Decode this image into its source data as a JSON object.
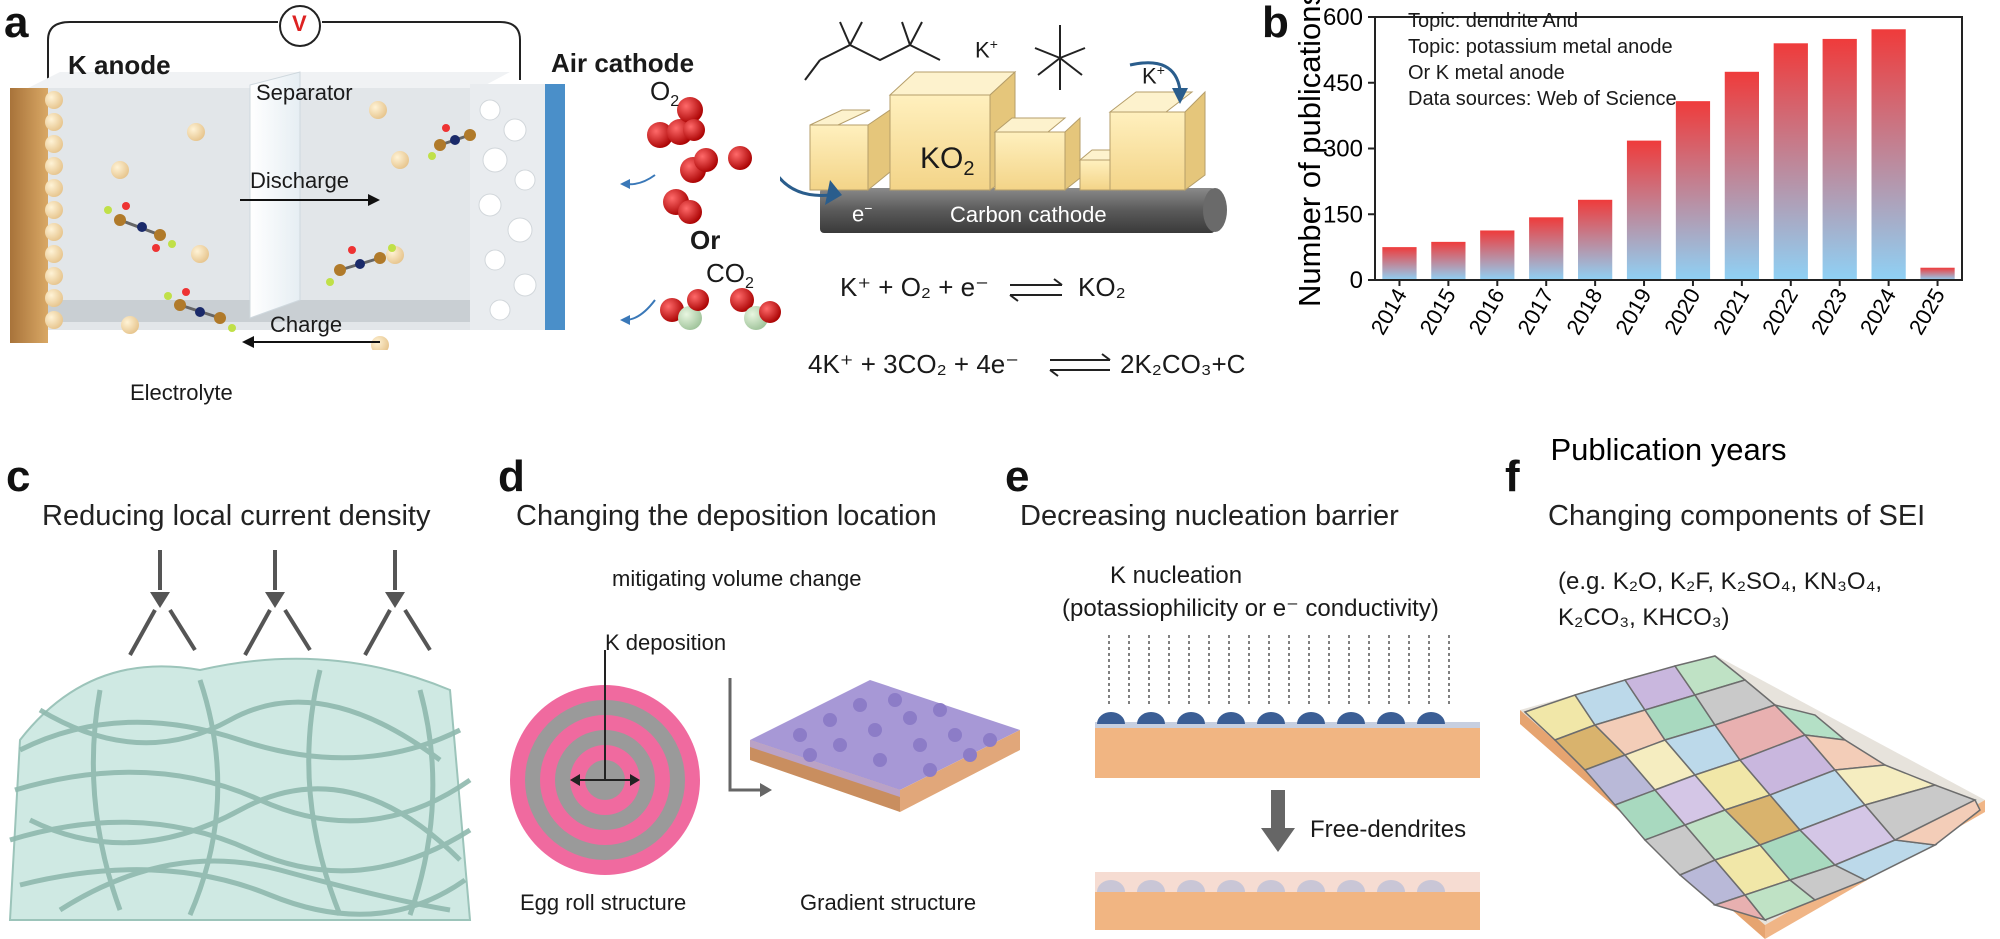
{
  "panel_a": {
    "letter": "a",
    "anode_label": "K anode",
    "cathode_label": "Air cathode",
    "voltmeter": "V",
    "separator": "Separator",
    "discharge": "Discharge",
    "charge": "Charge",
    "electrolyte": "Electrolyte",
    "o2": "O",
    "o2_sub": "2",
    "or": "Or",
    "co2": "CO",
    "co2_sub": "2",
    "k_plus_1": "K",
    "k_plus_2": "K",
    "ko2_box": "KO",
    "ko2_box_sub": "2",
    "electron": "e",
    "carbon_cathode": "Carbon cathode",
    "eq1_left": "K⁺ + O₂ + e⁻",
    "eq1_right": "KO₂",
    "eq2_left": "4K⁺ + 3CO₂ + 4e⁻",
    "eq2_right": "2K₂CO₃+C"
  },
  "panel_b": {
    "letter": "b",
    "legend_lines": [
      "Topic: dendrite And",
      "Topic: potassium metal anode",
      "Or K metal anode",
      "Data sources: Web of Science"
    ]
  },
  "chart_data": {
    "type": "bar",
    "categories": [
      "2014",
      "2015",
      "2016",
      "2017",
      "2018",
      "2019",
      "2020",
      "2021",
      "2022",
      "2023",
      "2024",
      "2025"
    ],
    "values": [
      75,
      87,
      113,
      143,
      183,
      318,
      408,
      475,
      540,
      550,
      572,
      28
    ],
    "xlabel": "Publication years",
    "ylabel": "Number of publications",
    "ylim": [
      0,
      600
    ],
    "yticks": [
      "0",
      "150",
      "300",
      "450",
      "600"
    ],
    "bar_gradient_top": "#ef3b3b",
    "bar_gradient_bottom": "#8fd1f5"
  },
  "panel_c": {
    "letter": "c",
    "title": "Reducing local current density",
    "fiber_color": "#b9ddd4"
  },
  "panel_d": {
    "letter": "d",
    "title": "Changing the deposition location",
    "subtitle": "mitigating volume change",
    "k_deposition": "K deposition",
    "egg_roll": "Egg roll structure",
    "gradient": "Gradient structure"
  },
  "panel_e": {
    "letter": "e",
    "title": "Decreasing nucleation barrier",
    "line1": "K nucleation",
    "line2": "(potassiophilicity or e⁻ conductivity)",
    "free_dendrites": "Free-dendrites"
  },
  "panel_f": {
    "letter": "f",
    "title": "Changing components of SEI",
    "line1": "(e.g. K₂O, K₂F, K₂SO₄, KN₃O₄,",
    "line2": "K₂CO₃, KHCO₃)"
  }
}
